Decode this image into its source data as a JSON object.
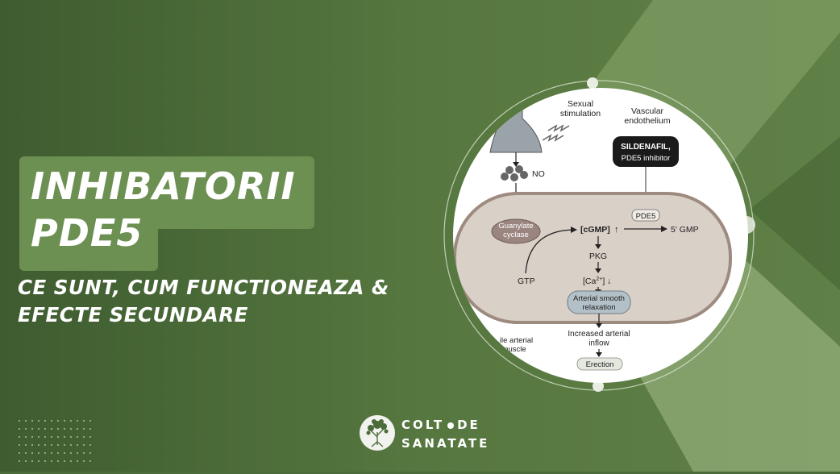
{
  "title": {
    "line1": "INHIBATORII",
    "line2": "PDE5"
  },
  "subtitle": {
    "line1": "CE SUNT, CUM FUNCTIONEAZA &",
    "line2": "EFECTE SECUNDARE"
  },
  "logo": {
    "word1": "COLT",
    "word2": "DE",
    "word3": "SANATATE"
  },
  "colors": {
    "background": "#4b6b3a",
    "title_box": "#6c8f52",
    "circle": "#ffffff"
  },
  "diagram": {
    "sexual_stimulation": "Sexual\nstimulation",
    "vascular_endothelium": "Vascular\nendothelium",
    "sildenafil": "SILDENAFIL,",
    "pde5_inhibitor": "PDE5 inhibitor",
    "no": "NO",
    "guanylate_cyclase": "Guanylate\ncyclase",
    "cgmp": "[cGMP]",
    "cgmp_arrow": "↑",
    "five_gmp": "5' GMP",
    "pde5": "PDE5",
    "pkg": "PKG",
    "gtp": "GTP",
    "ca": "[Ca",
    "ca_sup": "2+",
    "ca_end": "] ↓",
    "arterial_relaxation": "Arterial smooth\nrelaxation",
    "smooth_muscle": "...ile arterial\n... muscle",
    "increased_inflow": "Increased arterial\ninflow",
    "erection": "Erection"
  }
}
